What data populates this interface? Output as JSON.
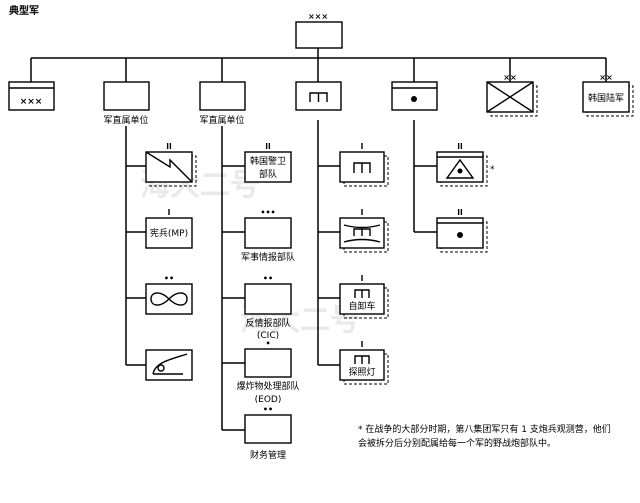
{
  "title": "典型军",
  "watermark": [
    "海大二号",
    "海大二号"
  ],
  "top": {
    "echelon": "×××"
  },
  "row1": [
    {
      "echelon": "",
      "text": "×××",
      "label": ""
    },
    {
      "echelon": "",
      "text": "",
      "label": "军直属单位"
    },
    {
      "echelon": "",
      "text": "",
      "label": "军直属单位"
    },
    {
      "echelon": "",
      "text": "",
      "label": ""
    },
    {
      "echelon": "",
      "text": "",
      "label": ""
    },
    {
      "echelon": "××",
      "text": "",
      "label": ""
    },
    {
      "echelon": "××",
      "text": "韩国陆军",
      "label": ""
    }
  ],
  "col1": [
    {
      "echelon": "ll",
      "text": "",
      "label": ""
    },
    {
      "echelon": "l",
      "text": "宪兵(MP)",
      "label": ""
    },
    {
      "echelon": "••",
      "text": "",
      "label": ""
    },
    {
      "echelon": "",
      "text": "",
      "label": ""
    }
  ],
  "col2": [
    {
      "echelon": "ll",
      "text": "韩国警卫 部队",
      "label": ""
    },
    {
      "echelon": "•••",
      "text": "",
      "label": "军事情报部队"
    },
    {
      "echelon": "••",
      "text": "",
      "label": "反情报部队 (CIC)"
    },
    {
      "echelon": "•",
      "text": "",
      "label": "爆炸物处理部队 (EOD)"
    },
    {
      "echelon": "••",
      "text": "",
      "label": "财务管理"
    }
  ],
  "col3": [
    {
      "echelon": "l",
      "text": "",
      "label": ""
    },
    {
      "echelon": "l",
      "text": "",
      "label": ""
    },
    {
      "echelon": "l",
      "text": "自卸车",
      "label": ""
    },
    {
      "echelon": "l",
      "text": "探照灯",
      "label": ""
    }
  ],
  "col4": [
    {
      "echelon": "ll",
      "text": "",
      "label": "",
      "mark": "*"
    },
    {
      "echelon": "ll",
      "text": "",
      "label": ""
    }
  ],
  "footnote": [
    "* 在战争的大部分时期，第八集团军只有 1 支炮兵观测营，他们",
    "会被拆分后分别配属给每一个军的野战炮部队中。"
  ]
}
